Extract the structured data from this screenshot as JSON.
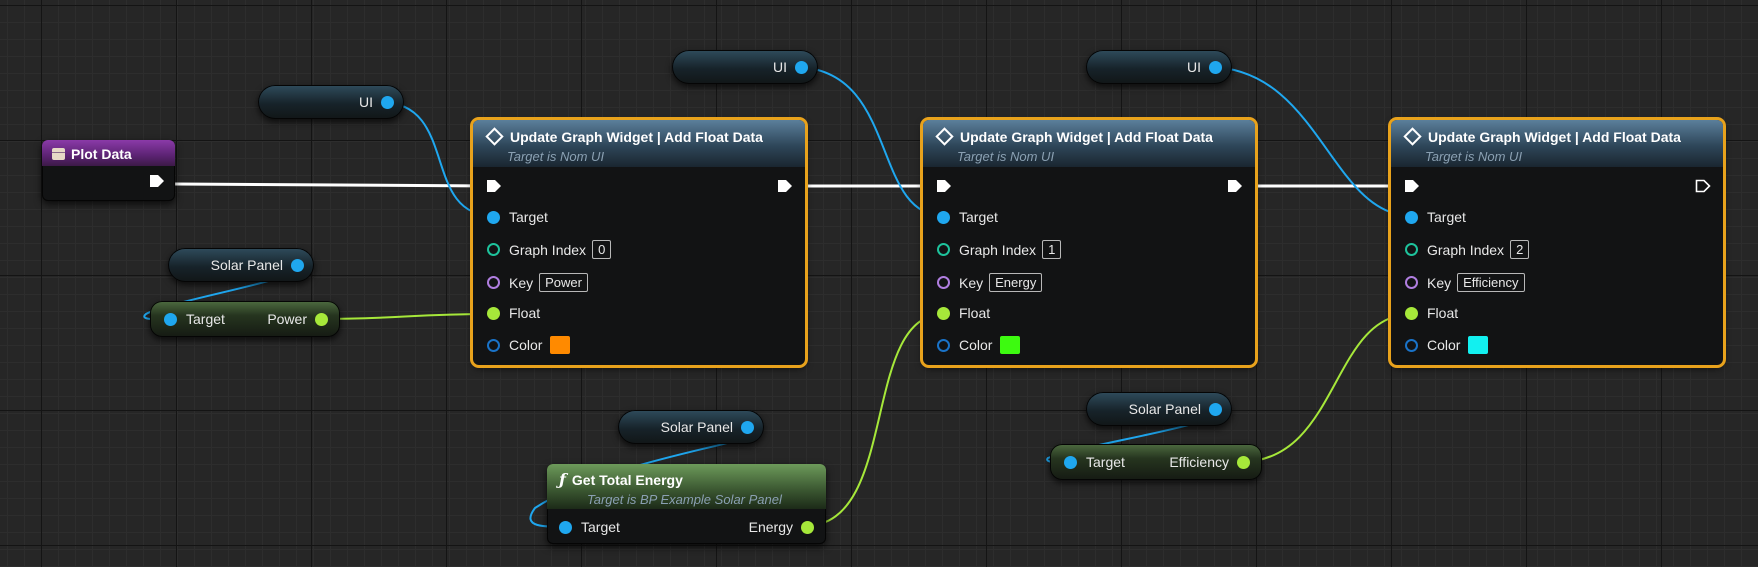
{
  "colors": {
    "exec_wire": "#ffffff",
    "object_wire": "#1fa7ef",
    "float_wire": "#a6e83a",
    "selection": "#e8a21c"
  },
  "event_node": {
    "title": "Plot Data",
    "icon": "event-icon"
  },
  "ui_vars": [
    {
      "label": "UI"
    },
    {
      "label": "UI"
    },
    {
      "label": "UI"
    }
  ],
  "solar_vars": [
    {
      "label": "Solar Panel"
    },
    {
      "label": "Solar Panel"
    },
    {
      "label": "Solar Panel"
    }
  ],
  "power_getter": {
    "input_label": "Target",
    "output_label": "Power"
  },
  "efficiency_getter": {
    "input_label": "Target",
    "output_label": "Efficiency"
  },
  "energy_function": {
    "icon": "function-icon",
    "title": "Get Total Energy",
    "subtitle": "Target is BP Example Solar Panel",
    "input_label": "Target",
    "output_label": "Energy"
  },
  "update_nodes": [
    {
      "title": "Update Graph Widget  |  Add Float Data",
      "subtitle": "Target is Nom UI",
      "target_label": "Target",
      "graph_index_label": "Graph Index",
      "graph_index": "0",
      "key_label": "Key",
      "key": "Power",
      "float_label": "Float",
      "color_label": "Color",
      "color_value": "#ff8a00"
    },
    {
      "title": "Update Graph Widget  |  Add Float Data",
      "subtitle": "Target is Nom UI",
      "target_label": "Target",
      "graph_index_label": "Graph Index",
      "graph_index": "1",
      "key_label": "Key",
      "key": "Energy",
      "float_label": "Float",
      "color_label": "Color",
      "color_value": "#3dfa10"
    },
    {
      "title": "Update Graph Widget  |  Add Float Data",
      "subtitle": "Target is Nom UI",
      "target_label": "Target",
      "graph_index_label": "Graph Index",
      "graph_index": "2",
      "key_label": "Key",
      "key": "Efficiency",
      "float_label": "Float",
      "color_label": "Color",
      "color_value": "#12f0f0"
    }
  ]
}
